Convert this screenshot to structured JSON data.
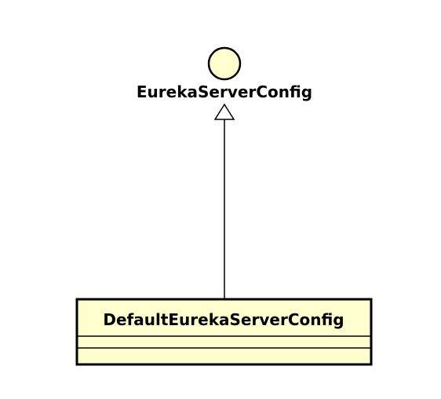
{
  "diagram": {
    "interface": {
      "name": "EurekaServerConfig",
      "icon": "interface-lollipop-icon"
    },
    "class": {
      "name": "DefaultEurekaServerConfig"
    },
    "relationship": {
      "type": "realization"
    },
    "colors": {
      "fill": "#fefece",
      "stroke": "#000000",
      "background": "#ffffff"
    }
  }
}
